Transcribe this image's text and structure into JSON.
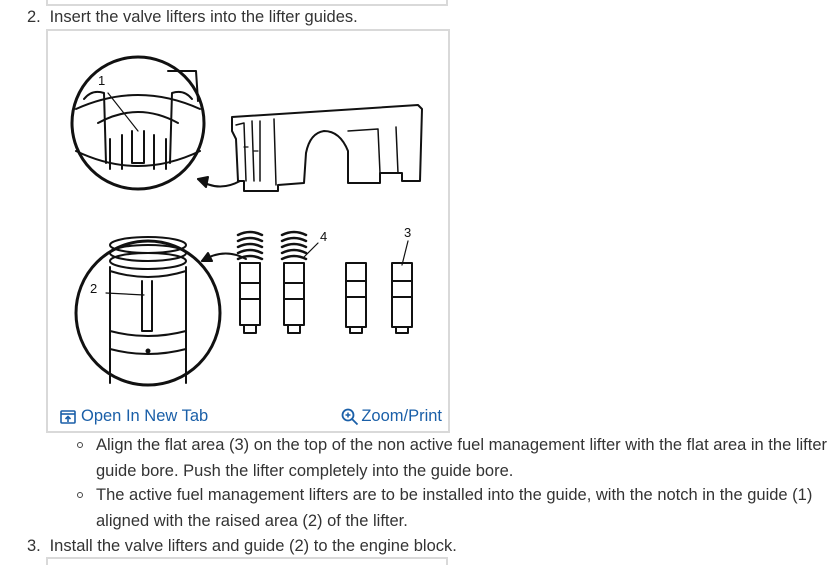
{
  "steps": [
    {
      "number": "2.",
      "text": "Insert the valve lifters into the lifter guides."
    },
    {
      "number": "3.",
      "text": "Install the valve lifters and guide (2) to the engine block."
    }
  ],
  "figure": {
    "callouts": [
      "1",
      "2",
      "3",
      "4"
    ],
    "open_tab_label": "Open In New Tab",
    "zoom_label": "Zoom/Print",
    "link_color": "#1a5fa8"
  },
  "sub_items": [
    "Align the flat area (3) on the top of the non active fuel management lifter with the flat area in the lifter guide bore. Push the lifter completely into the guide bore.",
    "The active fuel management lifters are to be installed into the guide, with the notch in the guide (1) aligned with the raised area (2) of the lifter."
  ],
  "icons": {
    "open_tab": "open-in-new-tab-icon",
    "zoom": "zoom-magnifier-icon"
  }
}
